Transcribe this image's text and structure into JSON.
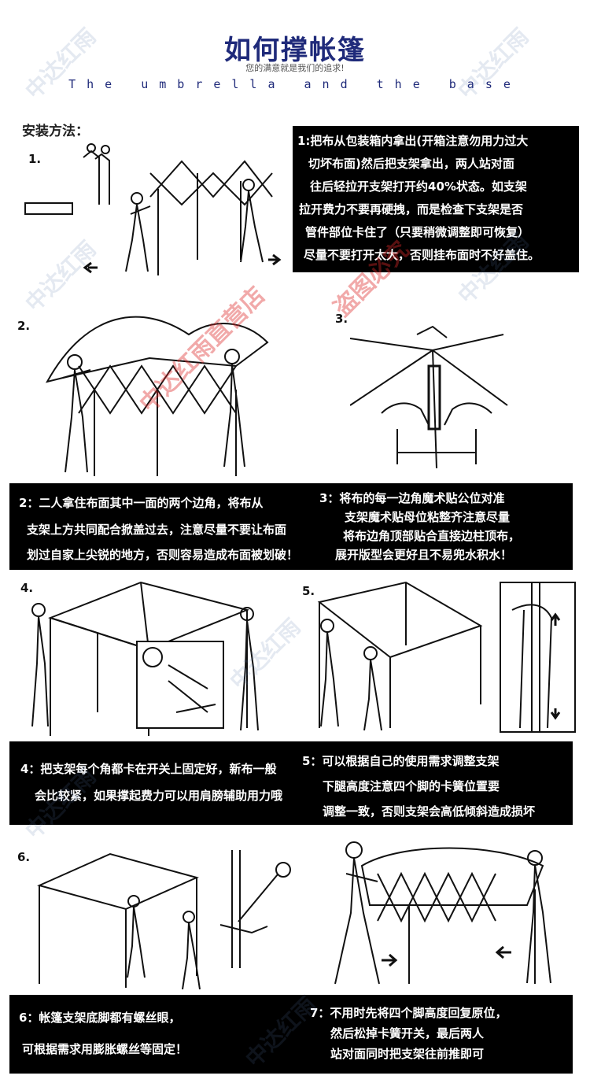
{
  "header": {
    "title": "如何撑帐篷",
    "subtitle": "您的满意就是我们的追求!",
    "tagline": "The umbrella and the base"
  },
  "method_label": "安装方法：",
  "steps": [
    {
      "number": "1.",
      "text": [
        "1:把布从包装箱内拿出(开箱注意勿用力过大",
        "切坏布面)然后把支架拿出，两人站对面",
        "往后轻拉开支架打开约40%状态。如支架",
        "拉开费力不要再硬拽，而是检查下支架是否",
        "管件部位卡住了（只要稍微调整即可恢复）",
        "尽量不要打开太大，否则挂布面时不好盖住。"
      ]
    },
    {
      "number": "2.",
      "text": [
        "2：二人拿住布面其中一面的两个边角，将布从",
        "支架上方共同配合掀盖过去，注意尽量不要让布面",
        "划过自家上尖锐的地方，否则容易造成布面被划破！"
      ]
    },
    {
      "number": "3.",
      "text": [
        "3：将布的每一边角魔术贴公位对准",
        "支架魔术贴母位粘整齐注意尽量",
        "将布边角顶部贴合直接边柱顶布，",
        "展开版型会更好且不易兜水积水！"
      ]
    },
    {
      "number": "4.",
      "text": [
        "4：把支架每个角都卡在开关上固定好，新布一般",
        "会比较紧，如果撑起费力可以用肩膀辅助用力哦"
      ]
    },
    {
      "number": "5.",
      "text": [
        "5：可以根据自己的使用需求调整支架",
        "下腿高度注意四个脚的卡簧位置要",
        "调整一致，否则支架会高低倾斜造成损坏"
      ]
    },
    {
      "number": "6.",
      "text": [
        "6：帐篷支架底脚都有螺丝眼，",
        "可根据需求用膨胀螺丝等固定！"
      ]
    },
    {
      "number": "",
      "text": [
        "7：不用时先将四个脚高度回复原位，",
        "然后松掉卡簧开关，最后两人",
        "站对面同时把支架往前推即可"
      ]
    }
  ],
  "watermarks": [
    "中达红雨",
    "中达红雨直营店",
    "盗图必究"
  ]
}
